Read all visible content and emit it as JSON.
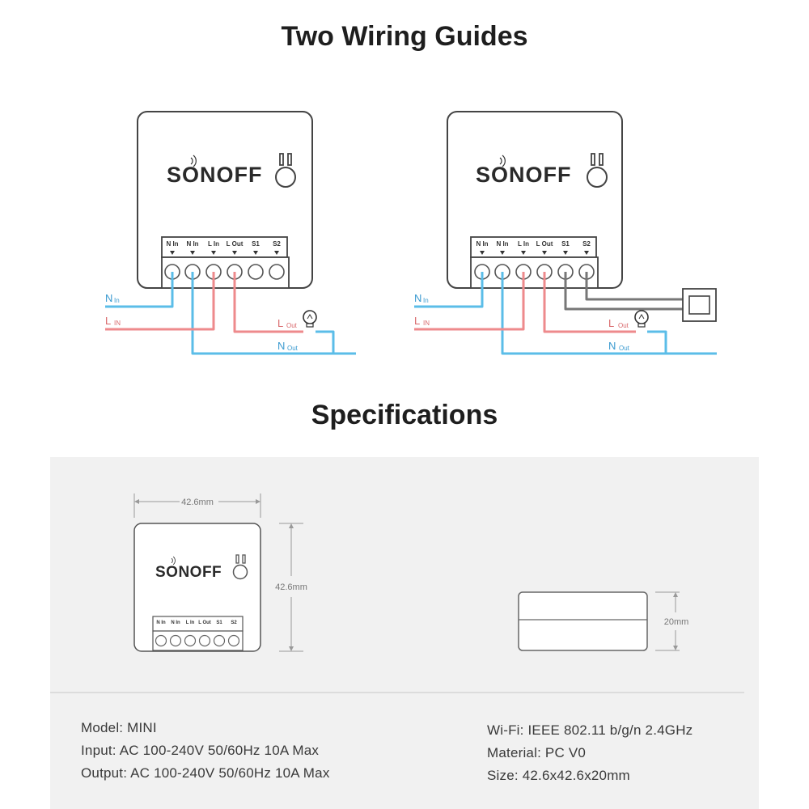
{
  "titles": {
    "wiring": "Two Wiring Guides",
    "specs": "Specifications"
  },
  "brand": "SONOFF",
  "colors": {
    "neutral_wire": "#5bbde8",
    "live_wire": "#ee8a8c",
    "switch_wire": "#777777",
    "panel_bg": "#f1f1f1"
  },
  "terminals": [
    "N In",
    "N In",
    "L In",
    "L Out",
    "S1",
    "S2"
  ],
  "wire_labels": {
    "n_in_main": "N",
    "n_in_sub": "In",
    "l_in_main": "L",
    "l_in_sub": "IN",
    "l_out_main": "L",
    "l_out_sub": "Out",
    "n_out_main": "N",
    "n_out_sub": "Out"
  },
  "dimensions": {
    "width": "42.6mm",
    "height": "42.6mm",
    "depth": "20mm"
  },
  "specs": {
    "left": [
      "Model: MINI",
      "Input: AC 100-240V 50/60Hz 10A Max",
      "Output: AC 100-240V 50/60Hz 10A Max"
    ],
    "right": [
      "Wi-Fi: IEEE 802.11 b/g/n 2.4GHz",
      "Material: PC V0",
      "Size: 42.6x42.6x20mm"
    ]
  }
}
